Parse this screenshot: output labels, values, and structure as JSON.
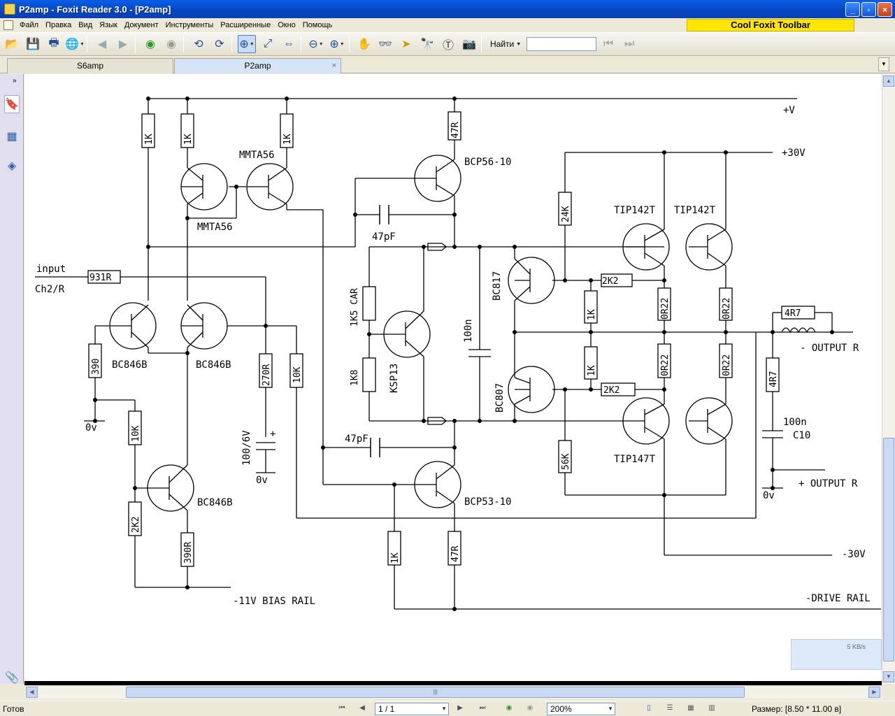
{
  "window": {
    "title": "P2amp - Foxit Reader 3.0 - [P2amp]"
  },
  "menu": [
    "Файл",
    "Правка",
    "Вид",
    "Язык",
    "Документ",
    "Инструменты",
    "Расширенные",
    "Окно",
    "Помощь"
  ],
  "cool_toolbar": "Cool Foxit Toolbar",
  "toolbar": {
    "find_label": "Найти",
    "find_value": ""
  },
  "tabs": [
    {
      "label": "S6amp",
      "active": false
    },
    {
      "label": "P2amp",
      "active": true,
      "close": "×"
    }
  ],
  "schematic": {
    "supply_pos_v": "+V",
    "supply_30v": "+30V",
    "supply_neg_30v": "-30V",
    "bias_rail": "-11V BIAS RAIL",
    "drive_rail": "-DRIVE RAIL",
    "input_label": "input",
    "channel_label": "Ch2/R",
    "output_neg": "- OUTPUT R",
    "output_pos": "+ OUTPUT R",
    "ground_1": "0v",
    "ground_2": "0v",
    "ground_3": "0v",
    "r_1k_a": "1K",
    "r_1k_b": "1K",
    "r_1k_c": "1K",
    "r_47r_top": "47R",
    "r_47r_bot": "47R",
    "r_931r": "931R",
    "r_390": "390",
    "r_10k_left": "10K",
    "r_2k2_left": "2K2",
    "r_390r": "390R",
    "r_270r": "270R",
    "r_10k_mid": "10K",
    "r_1k5": "1K5 CAR",
    "r_1k8": "1K8",
    "r_1k_low": "1K",
    "r_24k": "24K",
    "r_56k": "56K",
    "r_2k2_top": "2K2",
    "r_2k2_bot": "2K2",
    "r_1k_vt": "1K",
    "r_1k_vb": "1K",
    "r_0r22_1": "0R22",
    "r_0r22_2": "0R22",
    "r_0r22_3": "0R22",
    "r_0r22_4": "0R22",
    "r_4r7_h": "4R7",
    "r_4r7_v": "4R7",
    "c_47pf_top": "47pF",
    "c_47pf_bot": "47pF",
    "c_100n_mid": "100n",
    "c_100n_out": "100n",
    "c_10": "C10",
    "c_100_6v": "100/6V",
    "q_mmta56_a": "MMTA56",
    "q_mmta56_b": "MMTA56",
    "q_bcp56": "BCP56-10",
    "q_bcp53": "BCP53-10",
    "q_bc846b_1": "BC846B",
    "q_bc846b_2": "BC846B",
    "q_bc846b_3": "BC846B",
    "q_ksp13": "KSP13",
    "q_bc817": "BC817",
    "q_bc807": "BC807",
    "q_tip142t_1": "TIP142T",
    "q_tip142t_2": "TIP142T",
    "q_tip147t": "TIP147T"
  },
  "netwidget": {
    "speed": "5 KB/s"
  },
  "status": {
    "text": "Готов",
    "page": "1 / 1",
    "zoom": "200%",
    "size": "Размер: [8.50 * 11.00 в]"
  }
}
